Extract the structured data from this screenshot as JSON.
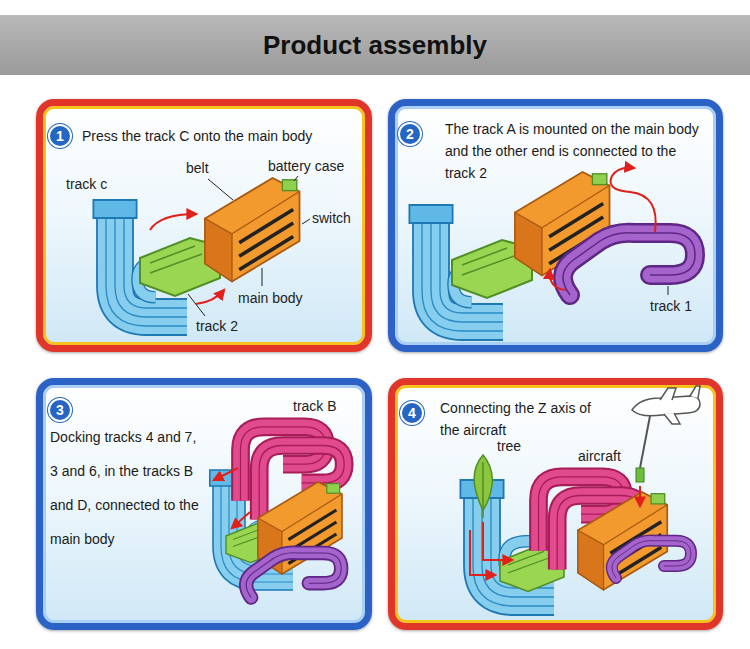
{
  "diagram": {
    "title": "Product assembly",
    "nodes": [
      {
        "text": [
          "Press the track C onto the main body"
        ]
      },
      {
        "text": [
          "1"
        ],
        "in": 0
      },
      {
        "text": [
          "The track A is mounted on the main body and the other end is connected to the track 2"
        ]
      },
      {
        "text": [
          "2"
        ],
        "in": 2
      },
      {
        "text": [
          "Docking tracks 4 and 7, 3 and 6, in the tracks B and D, connected to the main body"
        ]
      },
      {
        "text": [
          "3"
        ],
        "in": 4
      },
      {
        "text": [
          "Connecting the Z axis of the aircraft"
        ]
      },
      {
        "text": [
          "4"
        ],
        "in": 6
      }
    ],
    "labels": [
      "track c",
      "belt",
      "battery case",
      "switch",
      "main body",
      "track 2",
      "track 1",
      "track B",
      "tree",
      "aircraft"
    ]
  }
}
